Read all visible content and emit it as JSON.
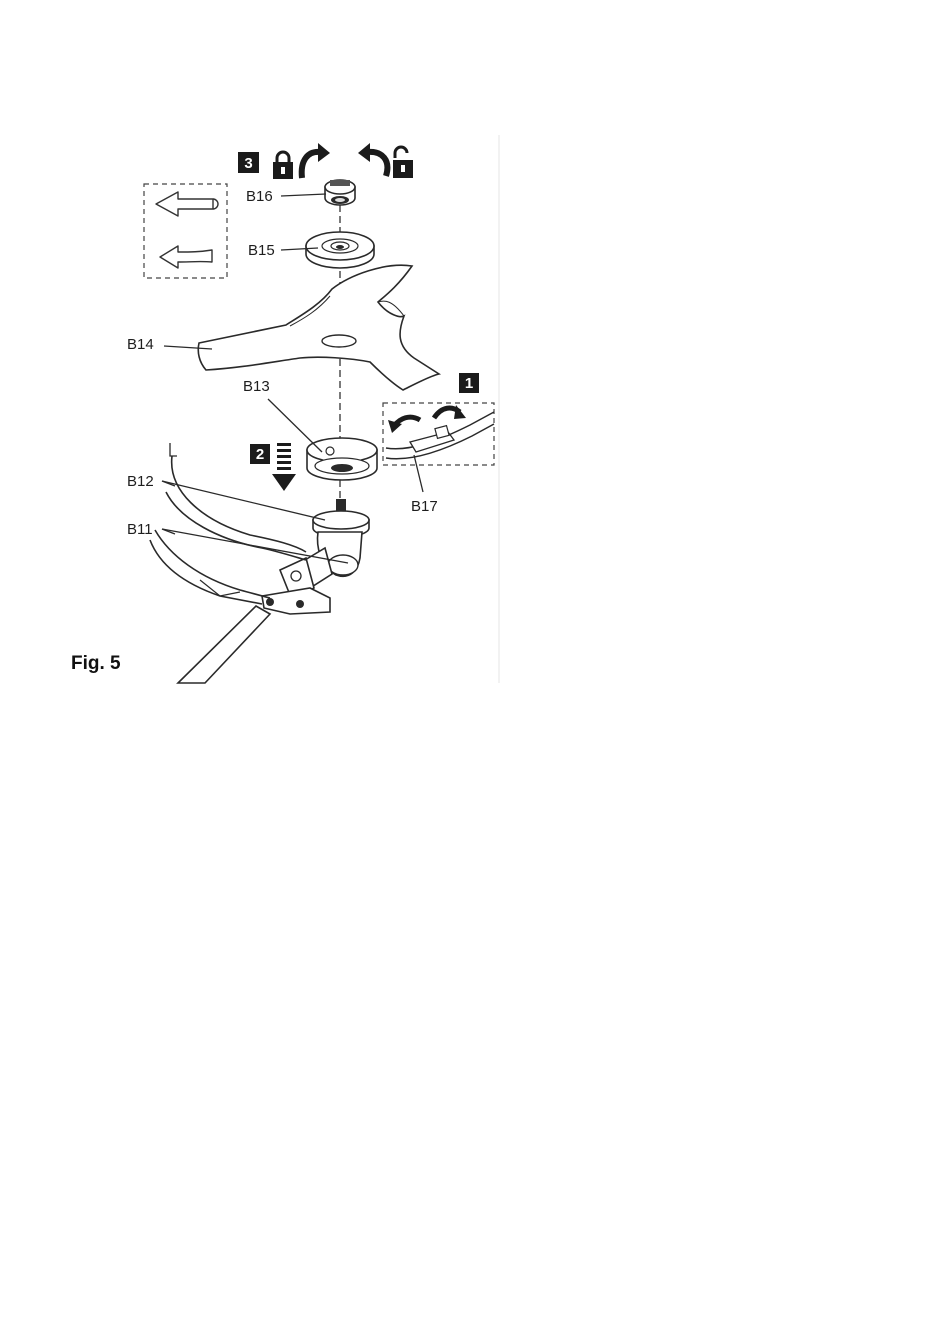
{
  "figure": {
    "caption": "Fig. 5",
    "steps": [
      "1",
      "2",
      "3"
    ],
    "labels": {
      "b11": "B11",
      "b12": "B12",
      "b13": "B13",
      "b14": "B14",
      "b15": "B15",
      "b16": "B16",
      "b17": "B17"
    },
    "icons": [
      "padlock-closed-icon",
      "padlock-open-icon",
      "rotate-left-arrow-icon",
      "rotate-right-arrow-icon",
      "left-arrow-icon",
      "curved-left-arrow-icon",
      "down-arrow-icon"
    ]
  }
}
